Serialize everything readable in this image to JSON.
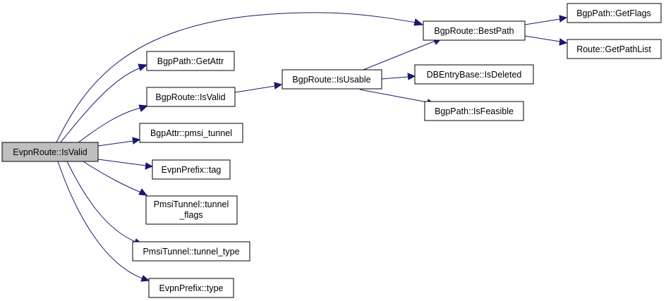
{
  "colors": {
    "edge": "#191970",
    "root_fill": "#bfbfbf",
    "node_fill": "#ffffff",
    "node_stroke": "#000000"
  },
  "nodes": {
    "root": {
      "label": "EvpnRoute::IsValid"
    },
    "bp_getattr": {
      "label": "BgpPath::GetAttr"
    },
    "br_isvalid": {
      "label": "BgpRoute::IsValid"
    },
    "ba_pmsi": {
      "label": "BgpAttr::pmsi_tunnel"
    },
    "ep_tag": {
      "label": "EvpnPrefix::tag"
    },
    "pt_flags": {
      "label_line1": "PmsiTunnel::tunnel",
      "label_line2": "_flags"
    },
    "pt_type": {
      "label": "PmsiTunnel::tunnel_type"
    },
    "ep_type": {
      "label": "EvpnPrefix::type"
    },
    "br_isusable": {
      "label": "BgpRoute::IsUsable"
    },
    "br_bestpath": {
      "label": "BgpRoute::BestPath"
    },
    "dbe_isdeleted": {
      "label": "DBEntryBase::IsDeleted"
    },
    "bp_isfeasible": {
      "label": "BgpPath::IsFeasible"
    },
    "bp_getflags": {
      "label": "BgpPath::GetFlags"
    },
    "r_getpathlist": {
      "label": "Route::GetPathList"
    }
  }
}
